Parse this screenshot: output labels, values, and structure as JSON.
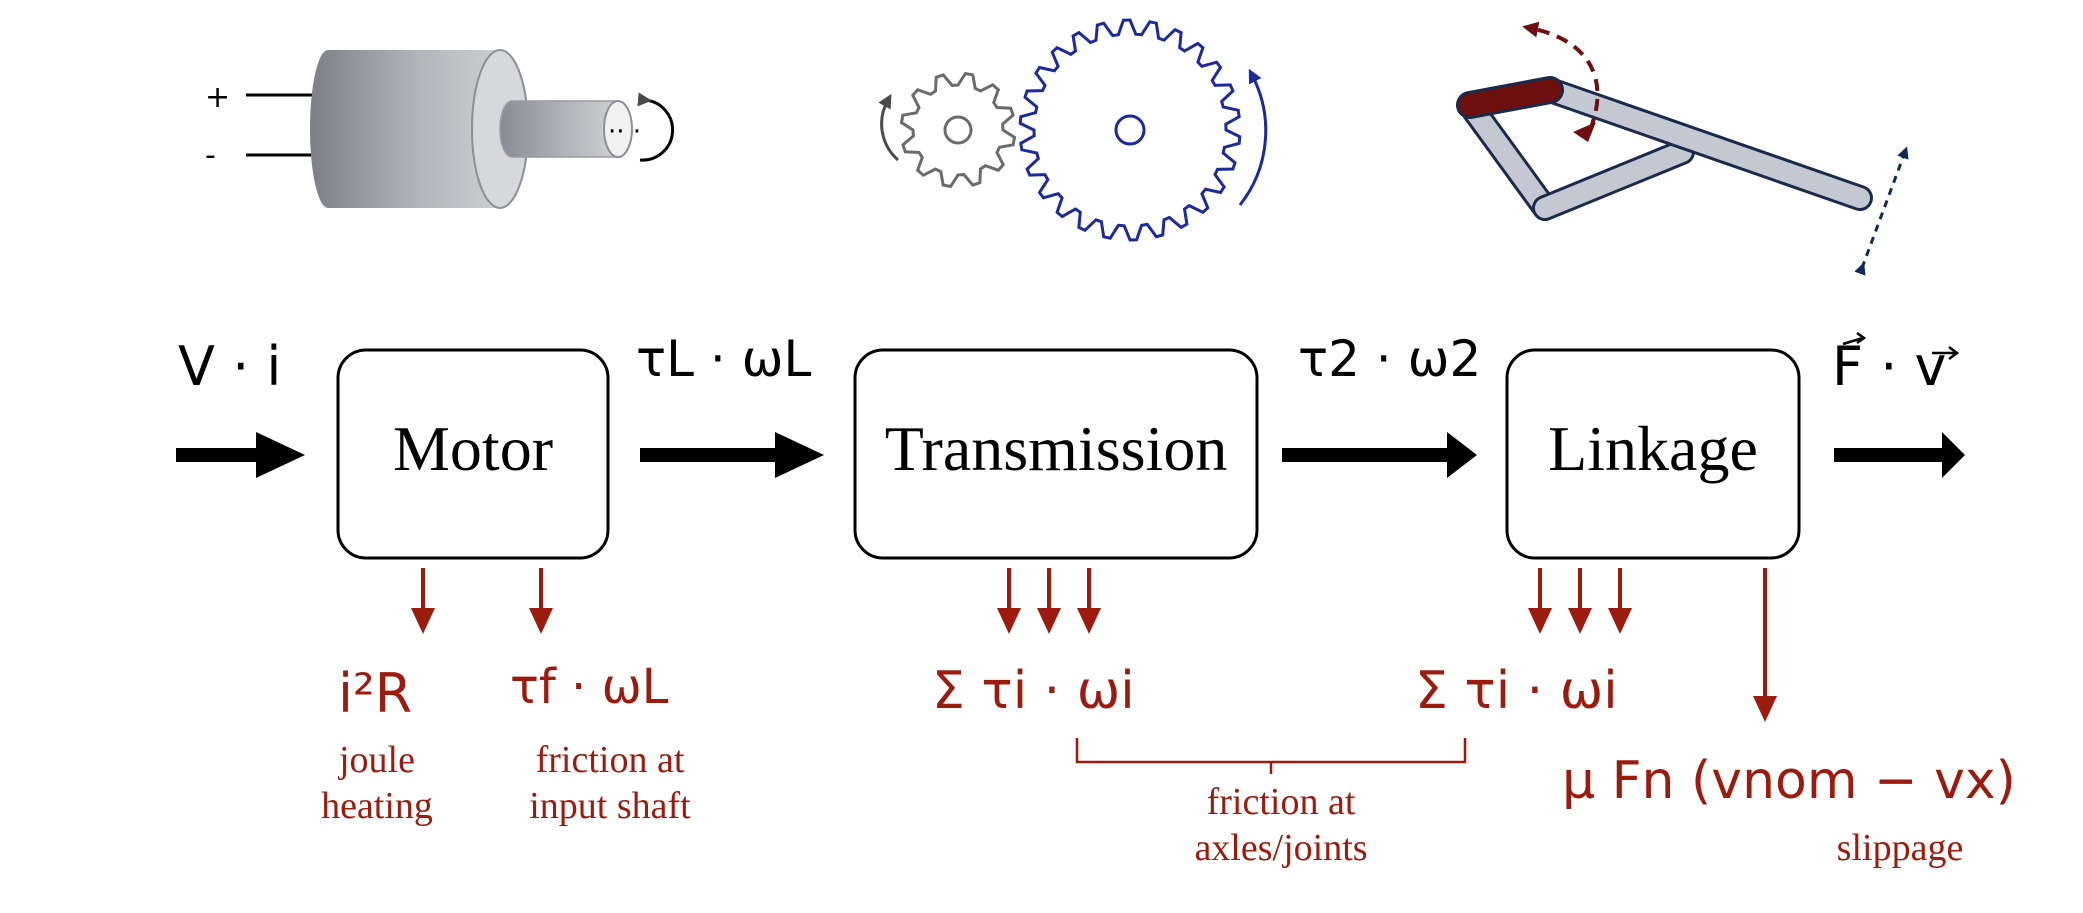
{
  "colors": {
    "loss": "#9b1c0e",
    "ink": "#000000",
    "gear_large": "#1c2a9c",
    "linkage_bar": "#6d0f0f",
    "linkage_stroke": "#1b2a4a"
  },
  "icons": {
    "motor": "dc-motor-icon",
    "gears": "gear-pair-icon",
    "linkage": "linkage-mechanism-icon"
  },
  "motor_icon": {
    "plus": "+",
    "minus": "-",
    "dots": "·· ·"
  },
  "blocks": {
    "motor": "Motor",
    "transmission": "Transmission",
    "linkage": "Linkage"
  },
  "flows": {
    "input": "V · i",
    "motor_out": "τL · ωL",
    "transmission_out": "τ2 · ω2",
    "output": "F · v"
  },
  "losses": {
    "joule": {
      "expr": "i²R",
      "caption_line1": "joule",
      "caption_line2": "heating"
    },
    "shaft_friction": {
      "expr": "τf · ωL",
      "caption_line1": "friction at",
      "caption_line2": "input shaft"
    },
    "transmission_friction": {
      "expr": "Σ τi · ωi"
    },
    "linkage_friction": {
      "expr": "Σ τi · ωi"
    },
    "joint_caption_line1": "friction at",
    "joint_caption_line2": "axles/joints",
    "slippage": {
      "expr": "μ Fn (vnom − vx)",
      "caption": "slippage"
    }
  }
}
